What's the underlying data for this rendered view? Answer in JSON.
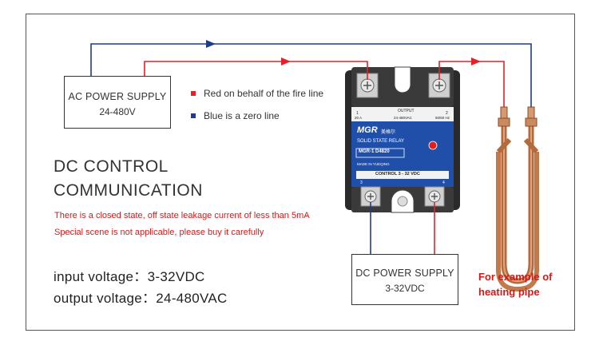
{
  "ac_supply": {
    "line1": "AC POWER SUPPLY",
    "line2": "24-480V"
  },
  "dc_supply": {
    "line1": "DC POWER SUPPLY",
    "line2": "3-32VDC"
  },
  "legend": {
    "red_text": "Red on behalf of the fire line",
    "blue_text": "Blue is a zero line",
    "red_color": "#e3212a",
    "blue_color": "#1f3b8c"
  },
  "title": {
    "line1": "DC CONTROL",
    "line2": "COMMUNICATION"
  },
  "notes": {
    "line1": "There is a closed state, off state leakage current of less than 5mA",
    "line2": "Special scene is not applicable, please buy it carefully"
  },
  "specs": {
    "input": "input voltage：3-32VDC",
    "output": "output voltage：24-480VAC"
  },
  "example": {
    "line1": "For example of",
    "line2": "heating pipe"
  },
  "relay": {
    "output_label": "OUTPUT",
    "term1": "1",
    "term2": "2",
    "current": "20 A",
    "voltage": "24-480VAC",
    "freq": "50/60 Hz",
    "brand": "MGR",
    "brand_cn": "美格尔",
    "type": "SOLID STATE RELAY",
    "model": "MGR-1  D4820",
    "made_in": "MADE IN YUEQING",
    "control": "CONTROL  3 - 32 VDC",
    "term3": "3",
    "term4": "4"
  }
}
